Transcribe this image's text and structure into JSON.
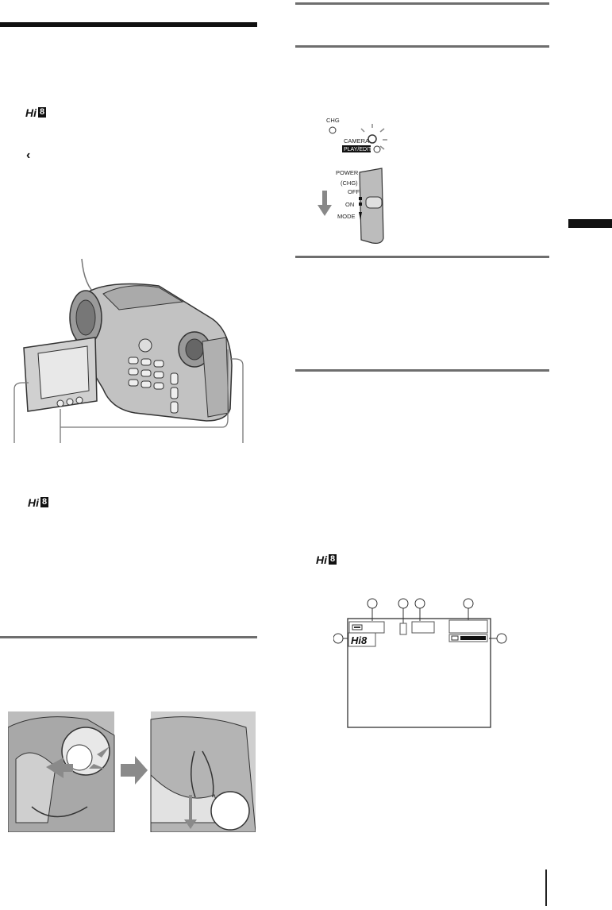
{
  "left_column": {
    "hi8_mark_1": "Hi8",
    "tape_symbol": "‹",
    "hi8_mark_2": "Hi8"
  },
  "switch_diagram": {
    "chg_label": "CHG",
    "camera_label": "CAMERA",
    "play_edit_label": "PLAY/EDIT",
    "power_label": "POWER",
    "chg_paren_label": "(CHG)",
    "off_label": "OFF",
    "on_label": "ON",
    "mode_label": "MODE"
  },
  "display_diagram": {
    "hi8_indicator": "Hi8"
  },
  "right_column": {
    "hi8_mark": "Hi8"
  },
  "colors": {
    "rule": "#6e6e6e",
    "heavy_rule": "#111111",
    "illustration_fill": "#b8b8b8",
    "arrow_gray": "#8a8a8a"
  },
  "icons": [
    "camcorder-illustration",
    "lens-cap-illustration",
    "power-switch-illustration",
    "lcd-display-diagram",
    "arrow-down-icon",
    "arrow-right-icon"
  ]
}
